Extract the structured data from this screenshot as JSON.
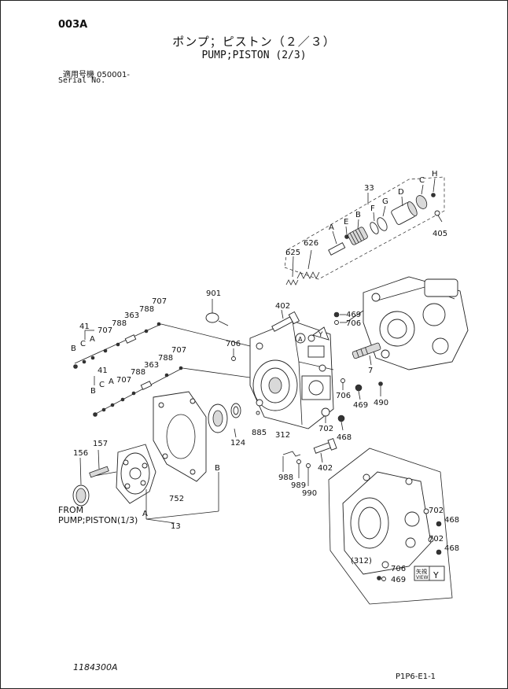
{
  "header": {
    "code": "003A",
    "title_jp": "ポンプ；ピストン（２／３）",
    "title_en": "PUMP;PISTON (2/3)",
    "serial_jp": "適用号機 050001-",
    "serial_en": "Serial No."
  },
  "footer": {
    "drawing_no": "1184300A",
    "sheet_no": "P1P6-E1-1"
  },
  "callouts": [
    "33",
    "H",
    "C",
    "D",
    "G",
    "F",
    "E",
    "B",
    "A",
    "405",
    "626",
    "625",
    "901",
    "402",
    "707",
    "788",
    "363",
    "41",
    "707",
    "788",
    "C",
    "B",
    "A",
    "707",
    "788",
    "363",
    "41",
    "707",
    "788",
    "C",
    "A",
    "B",
    "706",
    "469",
    "706",
    "7",
    "490",
    "706",
    "469",
    "702",
    "468",
    "885",
    "312",
    "124",
    "157",
    "156",
    "752",
    "B",
    "A",
    "13",
    "988",
    "989",
    "990",
    "402",
    "702",
    "468",
    "702",
    "468",
    "(312)",
    "706",
    "469"
  ],
  "labels": {
    "ref_a": "A",
    "ref_y": "Y",
    "view_box_jp": "矢視",
    "view_box_en": "VIEW",
    "view_box_y": "Y",
    "from_1": "FROM",
    "from_2": "PUMP;PISTON(1/3)"
  }
}
